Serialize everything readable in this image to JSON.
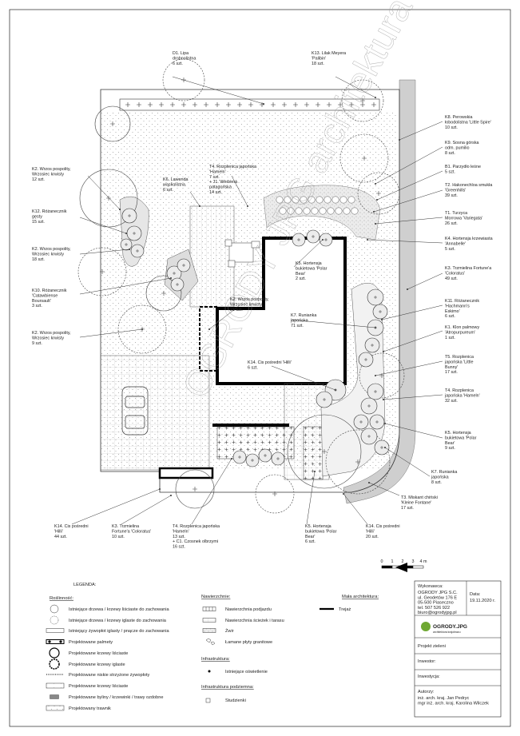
{
  "plant_labels": [
    {
      "id": "d1",
      "lines": [
        "D1. Lipa",
        "drobnolistna",
        "6 szt."
      ]
    },
    {
      "id": "k13",
      "lines": [
        "K13. Lilak Meyera",
        "'Palibin'",
        "18 szt."
      ]
    },
    {
      "id": "k8",
      "lines": [
        "K8. Perowskia",
        "łobodolistna 'Little Spire'",
        "10 szt."
      ]
    },
    {
      "id": "k9",
      "lines": [
        "K9. Sosna górska",
        "odm. pumilio",
        "8 szt."
      ]
    },
    {
      "id": "b1",
      "lines": [
        "B1. Parzydło leśne",
        "5 szt."
      ]
    },
    {
      "id": "t2",
      "lines": [
        "T2. Hakonechloa smukła",
        "'Greenhills'",
        "39 szt."
      ]
    },
    {
      "id": "t1",
      "lines": [
        "T1. Turzyca",
        "Morrowa 'Variegata'",
        "26 szt."
      ]
    },
    {
      "id": "k4",
      "lines": [
        "K4. Hortensja krzewiasta",
        "'Annabelle'",
        "5 szt."
      ]
    },
    {
      "id": "k3r",
      "lines": [
        "K3. Trzmielina Fortune'a",
        "'Coloratus'",
        "49 szt."
      ]
    },
    {
      "id": "k11",
      "lines": [
        "K11. Różanecznik",
        "'Hachmann's",
        "Eskimo'",
        "6 szt."
      ]
    },
    {
      "id": "k1",
      "lines": [
        "K1. Klon palmowy",
        "'Atropurpureum'",
        "1 szt."
      ]
    },
    {
      "id": "t5",
      "lines": [
        "T5. Rozplenica",
        "japońska 'Little",
        "Bunny'",
        "17 szt."
      ]
    },
    {
      "id": "t4r",
      "lines": [
        "T4. Rozplenica",
        "japońska 'Hameln'",
        "32 szt."
      ]
    },
    {
      "id": "k5r",
      "lines": [
        "K5. Hortensja",
        "bukietowa 'Polar",
        "Bear'",
        "9 szt."
      ]
    },
    {
      "id": "k7r",
      "lines": [
        "K7. Runianka",
        "japońska",
        "8 szt."
      ]
    },
    {
      "id": "t3",
      "lines": [
        "T3. Miskant chiński",
        "'Kleine Fontane'",
        "17 szt."
      ]
    },
    {
      "id": "k14b",
      "lines": [
        "K14. Cis pośredni",
        "'Hilli'",
        "20 szt."
      ]
    },
    {
      "id": "k5b",
      "lines": [
        "K5. Hortensja",
        "bukietowa 'Polar",
        "Bear'",
        "6 szt."
      ]
    },
    {
      "id": "t4b",
      "lines": [
        "T4. Rozplenica japońska",
        "'Hameln'",
        "13 szt.",
        "+ C1. Czosnek olbrzymi",
        "16 szt."
      ]
    },
    {
      "id": "k3b",
      "lines": [
        "K3. Trzmielina",
        "Fortune'a 'Coloratus'",
        "10 szt."
      ]
    },
    {
      "id": "k14l",
      "lines": [
        "K14. Cis pośredni",
        "'Hilli'",
        "44 szt."
      ]
    },
    {
      "id": "k2a",
      "lines": [
        "K2. Wrzos pospolity,",
        "Wrzosiec krwisty",
        "12 szt."
      ]
    },
    {
      "id": "k12",
      "lines": [
        "K12. Różanecznik",
        "gęsty",
        "15 szt."
      ]
    },
    {
      "id": "k2b",
      "lines": [
        "K2. Wrzos pospolity,",
        "Wrzosiec krwisty",
        "18 szt."
      ]
    },
    {
      "id": "k10",
      "lines": [
        "K10. Różanecznik",
        "'Catawbiense",
        "Boursault'",
        "3 szt."
      ]
    },
    {
      "id": "k2c",
      "lines": [
        "K2. Wrzos pospolity,",
        "Wrzosiec krwisty",
        "9 szt."
      ]
    },
    {
      "id": "k6",
      "lines": [
        "K6. Lawenda",
        "wąskolistna",
        "6 szt."
      ]
    },
    {
      "id": "t4t",
      "lines": [
        "T4. Rozplenica japońska",
        "'Hameln'",
        "7 szt.",
        "+ J1. Werbena",
        "patagońska",
        "14 szt."
      ]
    },
    {
      "id": "k5c",
      "lines": [
        "K5. Hortensja",
        "bukietowa 'Polar",
        "Bear'",
        "2 szt."
      ]
    },
    {
      "id": "k2d",
      "lines": [
        "K2. Wrzos pospolity,",
        "Wrzosiec krwisty",
        "21 szt."
      ]
    },
    {
      "id": "k7c",
      "lines": [
        "K7. Runianka",
        "japońska",
        "71 szt."
      ]
    },
    {
      "id": "k14c",
      "lines": [
        "K14. Cis pośredni 'Hilli'",
        "6 szt."
      ]
    }
  ],
  "scale": {
    "ticks": [
      "0",
      "1",
      "2",
      "3",
      "4 m"
    ]
  },
  "legend": {
    "title": "LEGENDA:",
    "plants_head": "Roślinność:",
    "plants": [
      "Istniejące drzewa / krzewy liściaste do zachowania",
      "Istniejące drzewa / krzewy iglaste do zachowania",
      "Istniejący żywopłot iglasty / pnącze do zachowania",
      "Projektowane palmety",
      "Projektowane krzewy liściaste",
      "Projektowane krzewy iglaste",
      "Projektowane niskie strzyżone żywopłoty",
      "Projektowane krzewy liściaste",
      "Projektowane byliny / krzewinki / trawy ozdobne",
      "Projektowany trawnik"
    ],
    "surfaces_head": "Nawierzchnie:",
    "surfaces": [
      "Nawierzchnia podjazdu",
      "Nawierzchnia ścieżek i tarasu",
      "Żwir",
      "Łamane płyty granitowe"
    ],
    "infra_head": "Infrastruktura:",
    "infra": [
      "Istniejące oświetlenie"
    ],
    "under_head": "Infrastruktura podziemna:",
    "under": [
      "Studzienki"
    ],
    "arch_head": "Mała architektura:",
    "arch": [
      "Trejaż"
    ]
  },
  "title_block": {
    "contractor_head": "Wykonawca:",
    "contractor_lines": [
      "OGRODY JPG S.C.",
      "ul. Geodetów 176 E",
      "05-500 Piaseczno",
      "tel. 507 526 922",
      "biuro@ogrodyjpg.pl"
    ],
    "date_head": "Data:",
    "date": "19.11.2020 r.",
    "logo": "OGRODY.JPG",
    "logo_sub": "architektura krajobrazu",
    "project": "Projekt zieleni",
    "investor": "Inwestor:",
    "investment": "Inwestycja:",
    "authors_head": "Autorzy:",
    "authors": [
      "inż. arch. kraj. Jan Pedryc",
      "mgr inż. arch. kraj. Karolina Wilczek"
    ]
  },
  "watermark": "OGRODY JPG architektura krajobrazu",
  "colors": {
    "lawn_dot": "#8a8a8a",
    "shrub_fill": "#e6e6e6",
    "building": "#000000",
    "bed_fill": "#d8d8d8"
  }
}
